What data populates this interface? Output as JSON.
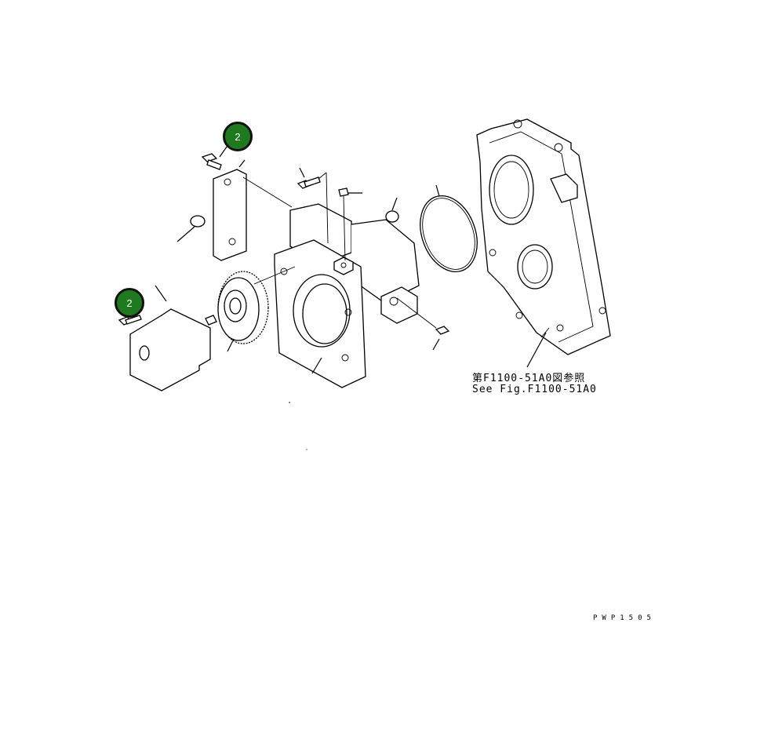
{
  "callouts": [
    {
      "label": "2"
    },
    {
      "label": "2"
    }
  ],
  "reference": {
    "line1": "第F1100-51A0図参照",
    "line2": "See Fig.F1100-51A0"
  },
  "drawing_code": "PWP1505",
  "colors": {
    "callout_fill": "#1f7a1f",
    "callout_border": "#111111",
    "line": "#000000",
    "background": "#ffffff"
  }
}
